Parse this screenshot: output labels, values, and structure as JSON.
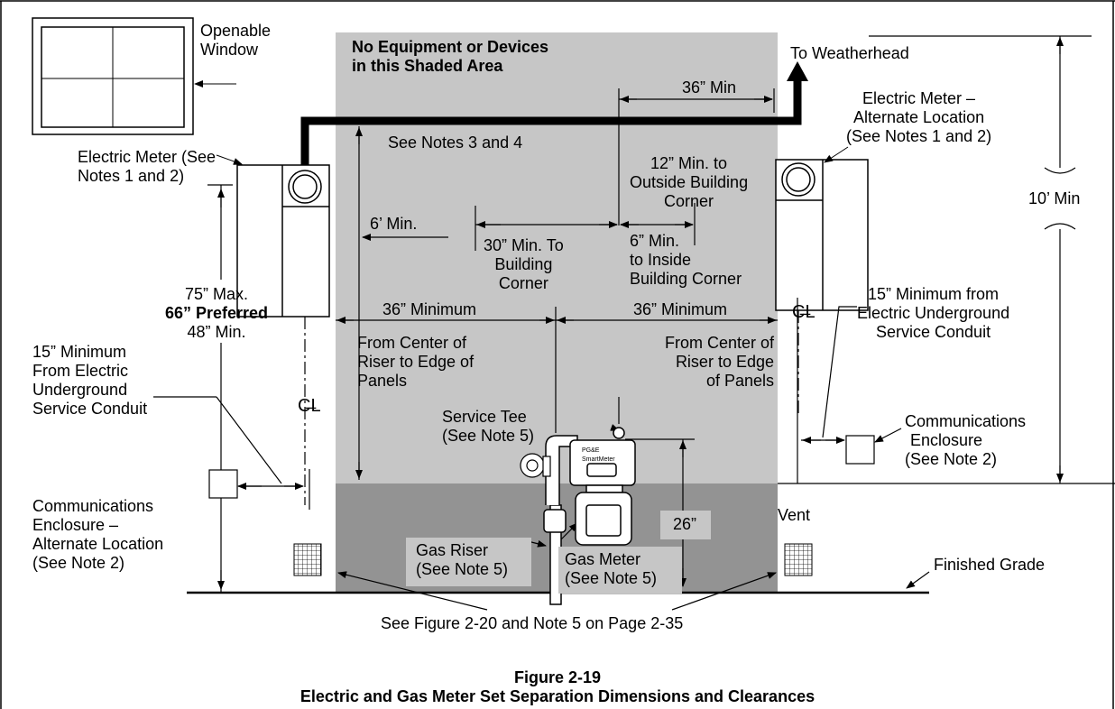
{
  "figure": {
    "number": "Figure 2-19",
    "title": "Electric and Gas Meter Set Separation Dimensions and Clearances"
  },
  "labels": {
    "openable_window": [
      "Openable",
      "Window"
    ],
    "shaded_area": [
      "No Equipment or Devices",
      "in this Shaded Area"
    ],
    "to_weatherhead": "To Weatherhead",
    "electric_meter": [
      "Electric Meter (See",
      "Notes 1 and 2)"
    ],
    "electric_meter_alt": [
      "Electric Meter –",
      "Alternate Location",
      "(See Notes 1 and 2)"
    ],
    "see_notes_3_4": "See Notes 3 and 4",
    "dim_36_min": "36” Min",
    "dim_12_min": [
      "12” Min. to",
      "Outside Building",
      "Corner"
    ],
    "dim_10_min": "10’ Min",
    "dim_6ft_min": "6’ Min.",
    "dim_30_min": [
      "30” Min. To",
      "Building",
      "Corner"
    ],
    "dim_6_min": [
      "6” Min.",
      "to Inside",
      "Building Corner"
    ],
    "height_75_max": "75” Max.",
    "height_66_pref": "66” Preferred",
    "height_48_min": "48” Min.",
    "dim_36_minimum_left": "36” Minimum",
    "dim_36_minimum_right": "36” Minimum",
    "center_riser_left": [
      "From Center of",
      "Riser to Edge of",
      "Panels"
    ],
    "center_riser_right": [
      "From Center of",
      "Riser to Edge",
      "of Panels"
    ],
    "min15_right": [
      "15” Minimum from",
      "Electric Underground",
      "Service Conduit"
    ],
    "min15_left": [
      "15” Minimum",
      "From Electric",
      "Underground",
      "Service Conduit"
    ],
    "service_tee": [
      "Service Tee",
      "(See Note 5)"
    ],
    "comm_enclosure_right": [
      "Communications",
      "Enclosure",
      "(See Note 2)"
    ],
    "comm_enclosure_left": [
      "Communications",
      "Enclosure –",
      "Alternate Location",
      "(See Note 2)"
    ],
    "dim_26": "26”",
    "vent": "Vent",
    "gas_riser": [
      "Gas Riser",
      "(See Note 5)"
    ],
    "gas_meter": [
      "Gas Meter",
      "(See Note 5)"
    ],
    "finished_grade": "Finished Grade",
    "see_figure": "See Figure 2-20 and Note 5 on Page 2-35",
    "centerline_symbol": "C̶L",
    "meter_brand": [
      "PG&E",
      "SmartMeter"
    ]
  },
  "colors": {
    "shaded_area": "#c6c6c6",
    "dark_band": "#939393",
    "label_box": "#c6c6c6"
  }
}
